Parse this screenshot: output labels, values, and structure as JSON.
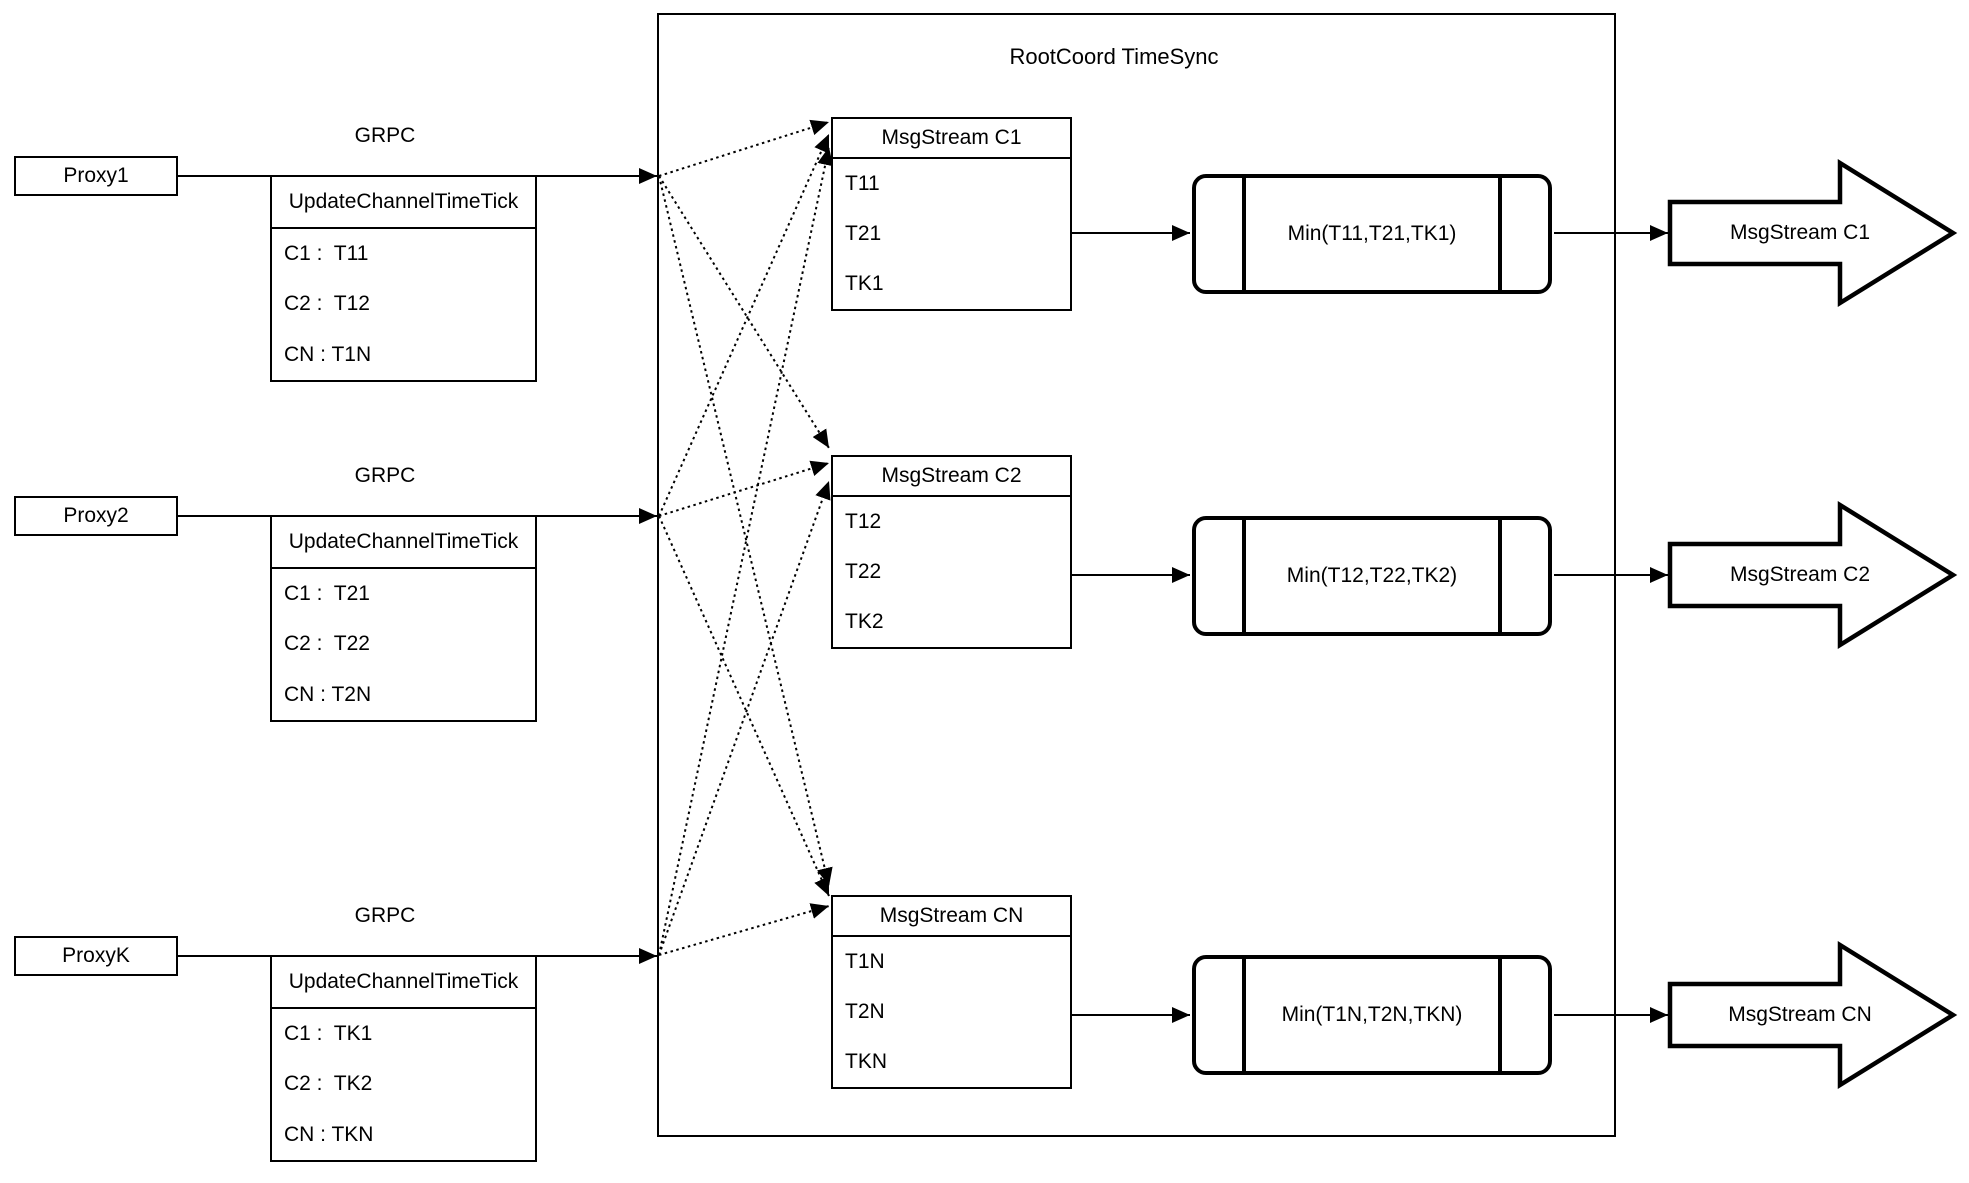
{
  "title": "RootCoord TimeSync",
  "proxies": [
    {
      "label": "Proxy1",
      "protocol": "GRPC",
      "message": {
        "header": "UpdateChannelTimeTick",
        "rows": [
          "C1 :  T11",
          "C2 :  T12",
          "CN : T1N"
        ]
      }
    },
    {
      "label": "Proxy2",
      "protocol": "GRPC",
      "message": {
        "header": "UpdateChannelTimeTick",
        "rows": [
          "C1 :  T21",
          "C2 :  T22",
          "CN : T2N"
        ]
      }
    },
    {
      "label": "ProxyK",
      "protocol": "GRPC",
      "message": {
        "header": "UpdateChannelTimeTick",
        "rows": [
          "C1 :  TK1",
          "C2 :  TK2",
          "CN : TKN"
        ]
      }
    }
  ],
  "streams": [
    {
      "header": "MsgStream C1",
      "ticks": [
        "T11",
        "T21",
        "TK1"
      ],
      "min_label": "Min(T11,T21,TK1)",
      "output": "MsgStream C1"
    },
    {
      "header": "MsgStream C2",
      "ticks": [
        "T12",
        "T22",
        "TK2"
      ],
      "min_label": "Min(T12,T22,TK2)",
      "output": "MsgStream C2"
    },
    {
      "header": "MsgStream CN",
      "ticks": [
        "T1N",
        "T2N",
        "TKN"
      ],
      "min_label": "Min(T1N,T2N,TKN)",
      "output": "MsgStream CN"
    }
  ],
  "colors": {
    "stroke": "#000000",
    "background": "#ffffff"
  }
}
